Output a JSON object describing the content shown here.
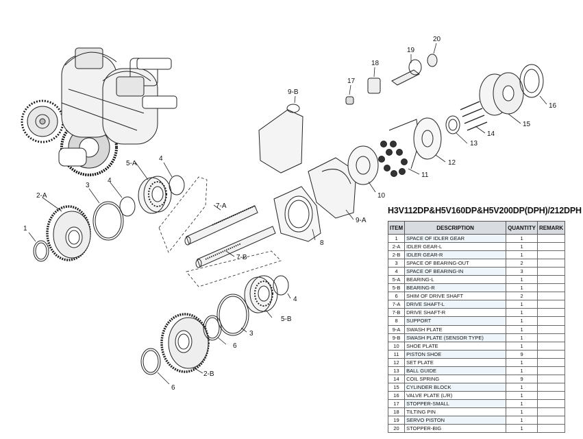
{
  "title": "H3V112DP&H5V160DP&H5V200DP(DPH)/212DPH",
  "table": {
    "headers": [
      "ITEM",
      "DESCRIPTION",
      "QUANTITY",
      "REMARK"
    ],
    "rows": [
      [
        "1",
        "SPACE OF IDLER GEAR",
        "1",
        ""
      ],
      [
        "2-A",
        "IDLER GEAR-L",
        "1",
        ""
      ],
      [
        "2-B",
        "IDLER GEAR-R",
        "1",
        ""
      ],
      [
        "3",
        "SPACE OF BEARING-OUT",
        "2",
        ""
      ],
      [
        "4",
        "SPACE OF BEARING-IN",
        "3",
        ""
      ],
      [
        "5-A",
        "BEARING-L",
        "1",
        ""
      ],
      [
        "5-B",
        "BEARING-R",
        "1",
        ""
      ],
      [
        "6",
        "SHIM OF DRIVE SHAFT",
        "2",
        ""
      ],
      [
        "7-A",
        "DRIVE SHAFT-L",
        "1",
        ""
      ],
      [
        "7-B",
        "DRIVE SHAFT-R",
        "1",
        ""
      ],
      [
        "8",
        "SUPPORT",
        "1",
        ""
      ],
      [
        "9-A",
        "SWASH PLATE",
        "1",
        ""
      ],
      [
        "9-B",
        "SWASH PLATE (SENSOR TYPE)",
        "1",
        ""
      ],
      [
        "10",
        "SHOE PLATE",
        "1",
        ""
      ],
      [
        "11",
        "PISTON SHOE",
        "9",
        ""
      ],
      [
        "12",
        "SET PLATE",
        "1",
        ""
      ],
      [
        "13",
        "BALL GUIDE",
        "1",
        ""
      ],
      [
        "14",
        "COIL SPRING",
        "9",
        ""
      ],
      [
        "15",
        "CYLINDER BLOCK",
        "1",
        ""
      ],
      [
        "16",
        "VALVE PLATE (L/R)",
        "1",
        ""
      ],
      [
        "17",
        "STOPPER-SMALL",
        "1",
        ""
      ],
      [
        "18",
        "TILTING PIN",
        "1",
        ""
      ],
      [
        "19",
        "SERVO PISTON",
        "1",
        ""
      ],
      [
        "20",
        "STOPPER-BIG",
        "1",
        ""
      ]
    ]
  },
  "callouts": [
    "1",
    "2-A",
    "2-B",
    "3",
    "3",
    "4",
    "4",
    "4",
    "5-A",
    "5-B",
    "6",
    "6",
    "7-A",
    "7-B",
    "8",
    "9-A",
    "9-B",
    "10",
    "11",
    "12",
    "13",
    "14",
    "15",
    "16",
    "17",
    "18",
    "19",
    "20"
  ]
}
